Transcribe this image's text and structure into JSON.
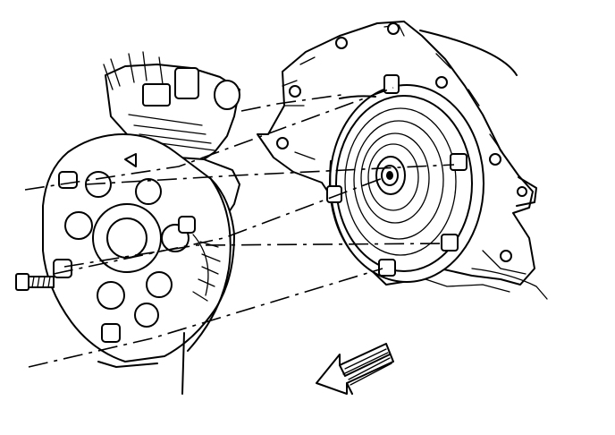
{
  "figure": {
    "parts": [
      {
        "name": "engine-block",
        "shown": true
      },
      {
        "name": "flexplate",
        "shown": true
      },
      {
        "name": "flexplate-bolt",
        "shown": true
      },
      {
        "name": "torque-converter",
        "shown": true
      },
      {
        "name": "transmission-housing",
        "shown": true
      },
      {
        "name": "direction-arrow",
        "shown": true
      }
    ],
    "arrow_icon": "front-direction-arrow-icon",
    "colors": {
      "line": "#000000",
      "background": "#ffffff"
    }
  }
}
